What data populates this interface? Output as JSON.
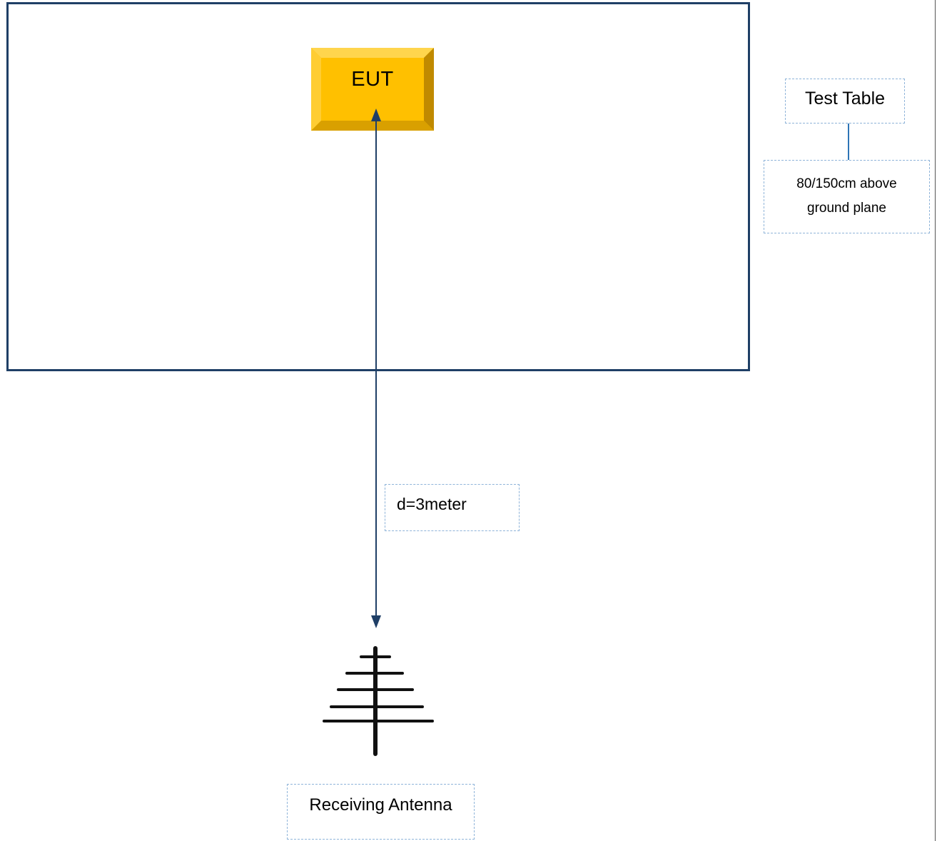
{
  "diagram": {
    "eut_label": "EUT",
    "test_table_label": "Test Table",
    "height_label_line1": "80/150cm above",
    "height_label_line2": "ground plane",
    "distance_label": "d=3meter",
    "antenna_label": "Receiving Antenna"
  },
  "colors": {
    "table_border": "#1f3f66",
    "eut_fill": "#ffc000",
    "dashed_border": "#8fb4d9",
    "connector": "#2e75b6",
    "arrow": "#1f3f66"
  },
  "icons": {
    "antenna": "antenna-icon",
    "arrow": "double-arrow-icon"
  }
}
